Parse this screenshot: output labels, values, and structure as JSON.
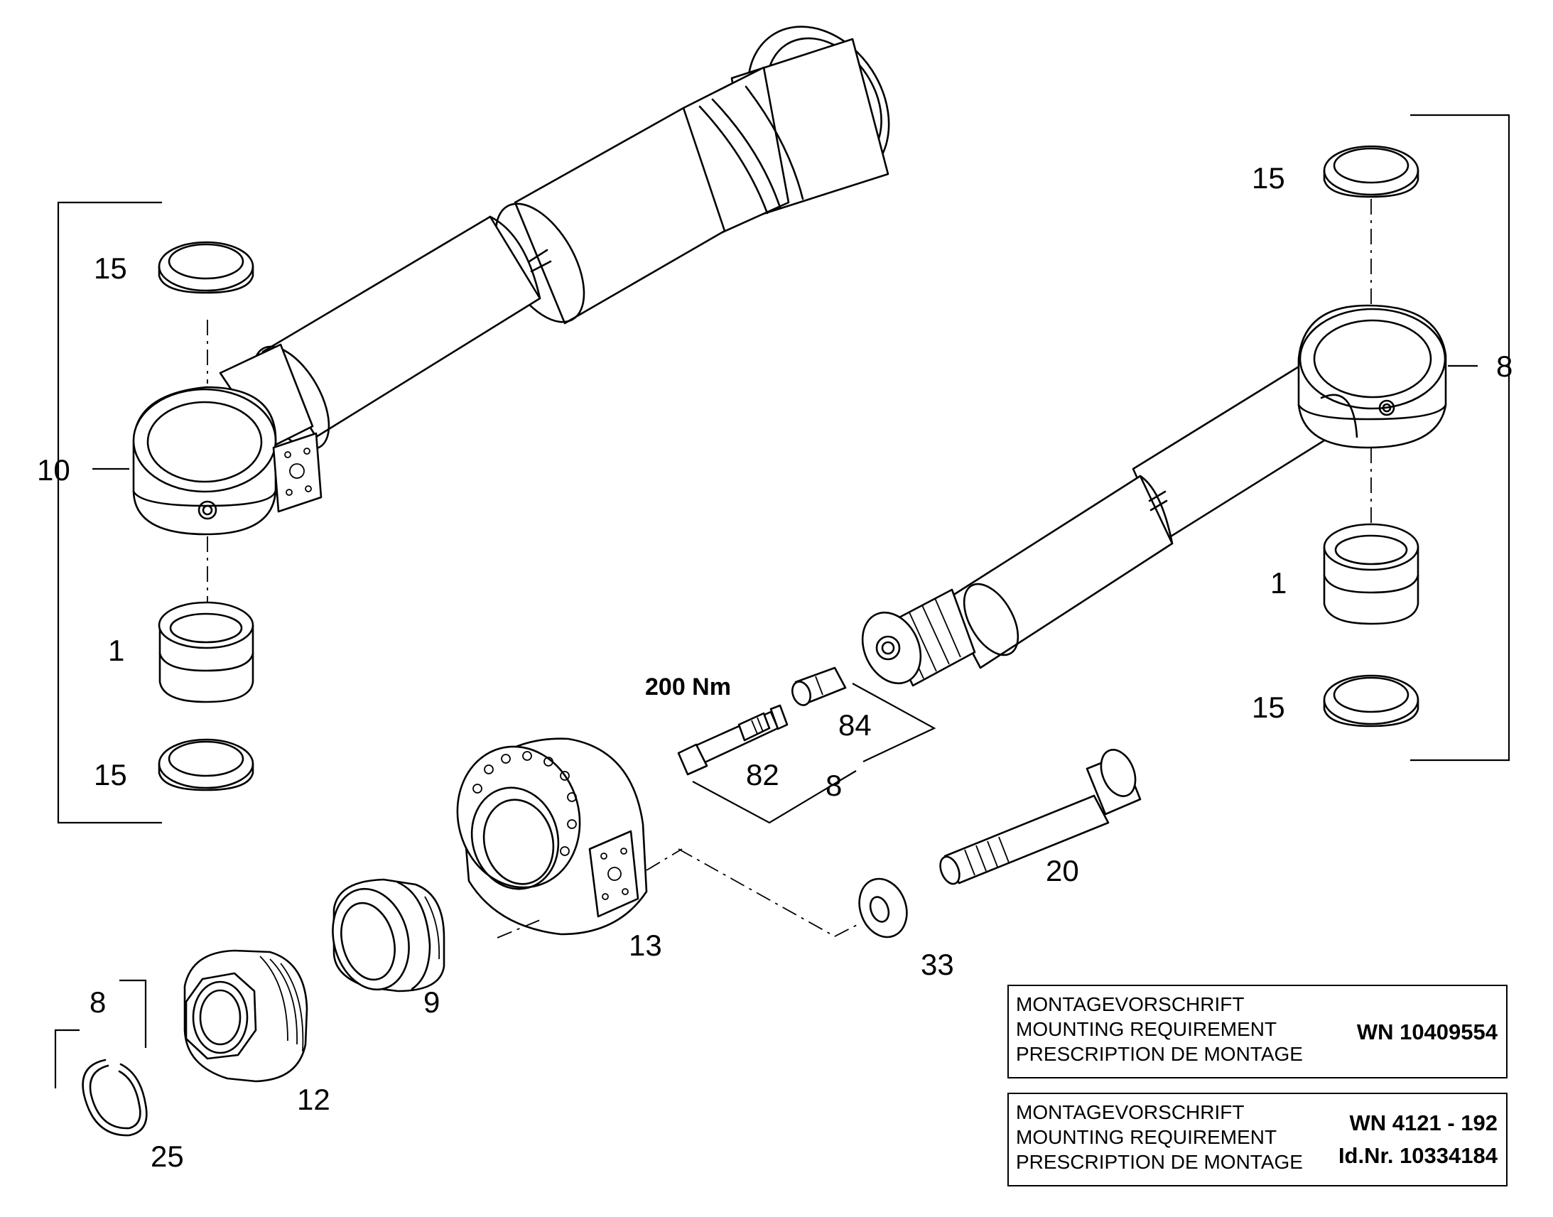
{
  "callouts": {
    "c15_left_top": "15",
    "c10": "10",
    "c1_left": "1",
    "c15_left_bottom": "15",
    "c15_right_top": "15",
    "c8_right": "8",
    "c1_right": "1",
    "c15_right_bottom": "15",
    "c84": "84",
    "c82": "82",
    "c8_mid": "8",
    "c20": "20",
    "c13": "13",
    "c33": "33",
    "c9": "9",
    "c8_left": "8",
    "c12": "12",
    "c25": "25"
  },
  "torque_label": "200 Nm",
  "mounting_box_1": {
    "lines": [
      "MONTAGEVORSCHRIFT",
      "MOUNTING REQUIREMENT",
      "PRESCRIPTION DE MONTAGE"
    ],
    "code": "WN 10409554"
  },
  "mounting_box_2": {
    "lines": [
      "MONTAGEVORSCHRIFT",
      "MOUNTING REQUIREMENT",
      "PRESCRIPTION DE MONTAGE"
    ],
    "code_line_1": "WN 4121 - 192",
    "code_line_2": "Id.Nr. 10334184"
  }
}
